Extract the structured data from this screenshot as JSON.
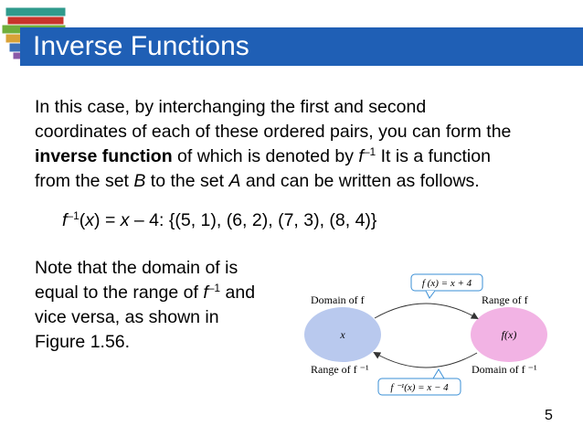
{
  "slide": {
    "title": "Inverse Functions",
    "page_number": "5"
  },
  "paragraph": {
    "line1": "In this case, by interchanging the first and second",
    "line2": "coordinates of each of these ordered pairs, you can form the",
    "term": "inverse function",
    "line3_rest": " of which is denoted by ",
    "f": "f",
    "inv_sup": "–1",
    "line3_end": " It is a function",
    "line4a": "from the set ",
    "set_b": "B",
    "line4b": " to the set ",
    "set_a": "A",
    "line4c": " and can be written as follows."
  },
  "formula": {
    "f": "f",
    "sup": "–1",
    "open": "(",
    "x": "x",
    "eq": ") = ",
    "x2": "x",
    "rest": " – 4: {(5, 1), (6, 2), (7, 3), (8, 4)}"
  },
  "note": {
    "line1": "Note that the domain of is",
    "line2a": "equal to the range of ",
    "f": "f",
    "sup": "–1",
    "line2b": " and",
    "line3": "vice versa, as shown in",
    "line4": "Figure 1.56."
  },
  "figure": {
    "top_box_label": "f (x) = x + 4",
    "bottom_box_label": "f ⁻¹(x) = x − 4",
    "domain_f_label": "Domain of f",
    "range_f_label": "Range of f",
    "range_finv_label": "Range of f ⁻¹",
    "domain_finv_label": "Domain of f ⁻¹",
    "left_node": "x",
    "right_node": "f(x)",
    "colors": {
      "left_ellipse": "#b9c9ee",
      "right_ellipse": "#f2b3e4",
      "callout_border": "#3a8fd6"
    }
  },
  "colors": {
    "title_bar": "#1f5fb5"
  }
}
